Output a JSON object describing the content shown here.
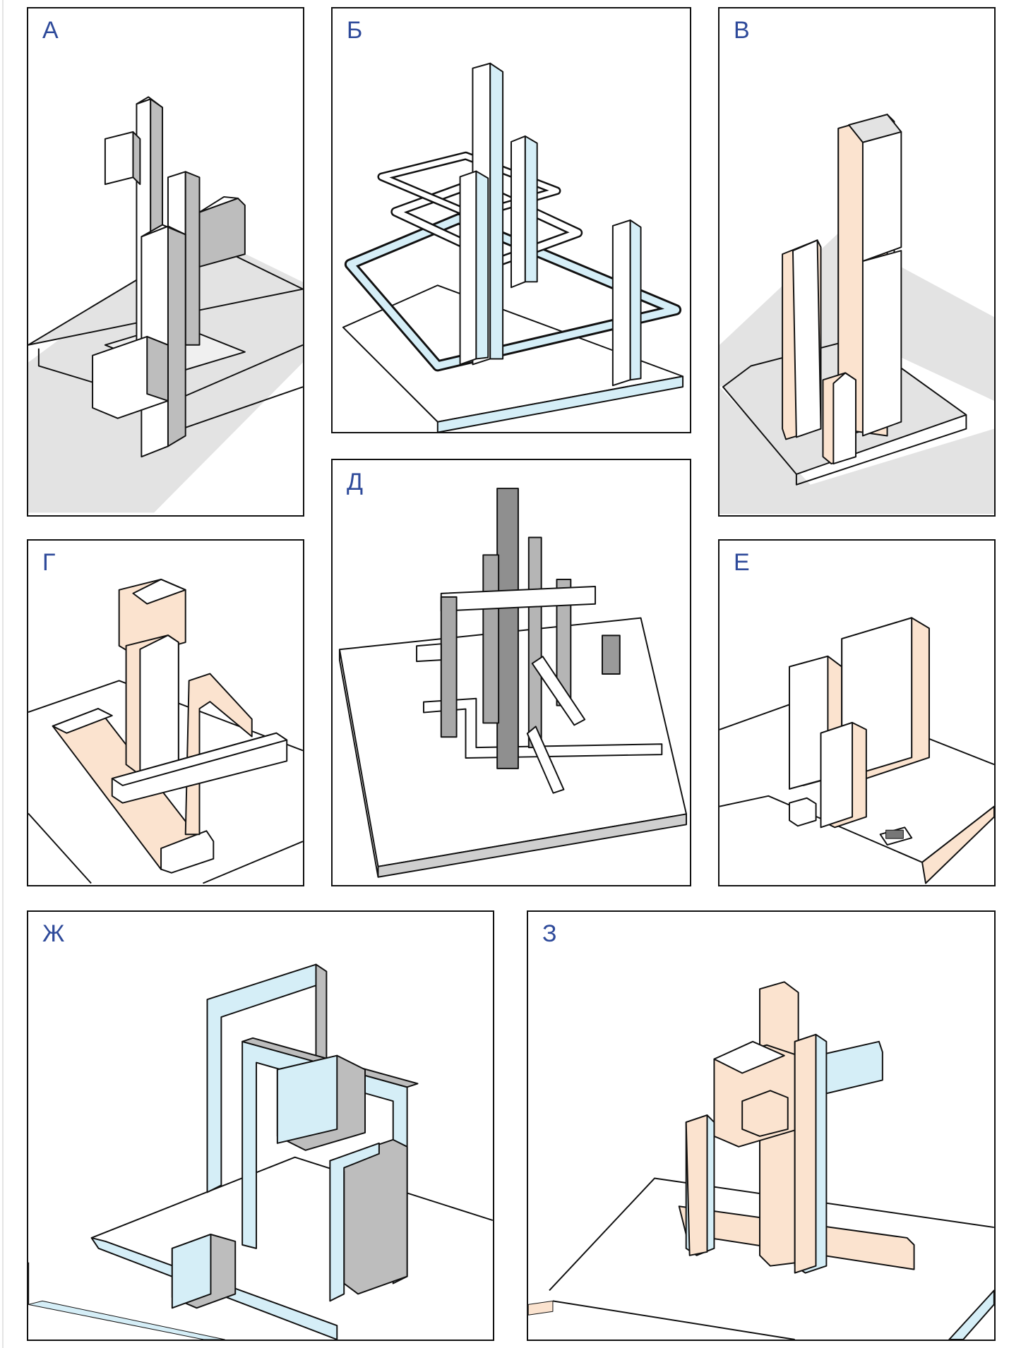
{
  "colors": {
    "blue": "#d5eef7",
    "peach": "#fbe3cf",
    "gray": "#bdbdbd",
    "lightgray": "#e3e3e3",
    "label": "#2e4a9a"
  },
  "panels": [
    {
      "id": "A",
      "label": "А"
    },
    {
      "id": "B",
      "label": "Б"
    },
    {
      "id": "V",
      "label": "В"
    },
    {
      "id": "G",
      "label": "Г"
    },
    {
      "id": "D",
      "label": "Д"
    },
    {
      "id": "E",
      "label": "Е"
    },
    {
      "id": "Zh",
      "label": "Ж"
    },
    {
      "id": "Z",
      "label": "З"
    }
  ]
}
